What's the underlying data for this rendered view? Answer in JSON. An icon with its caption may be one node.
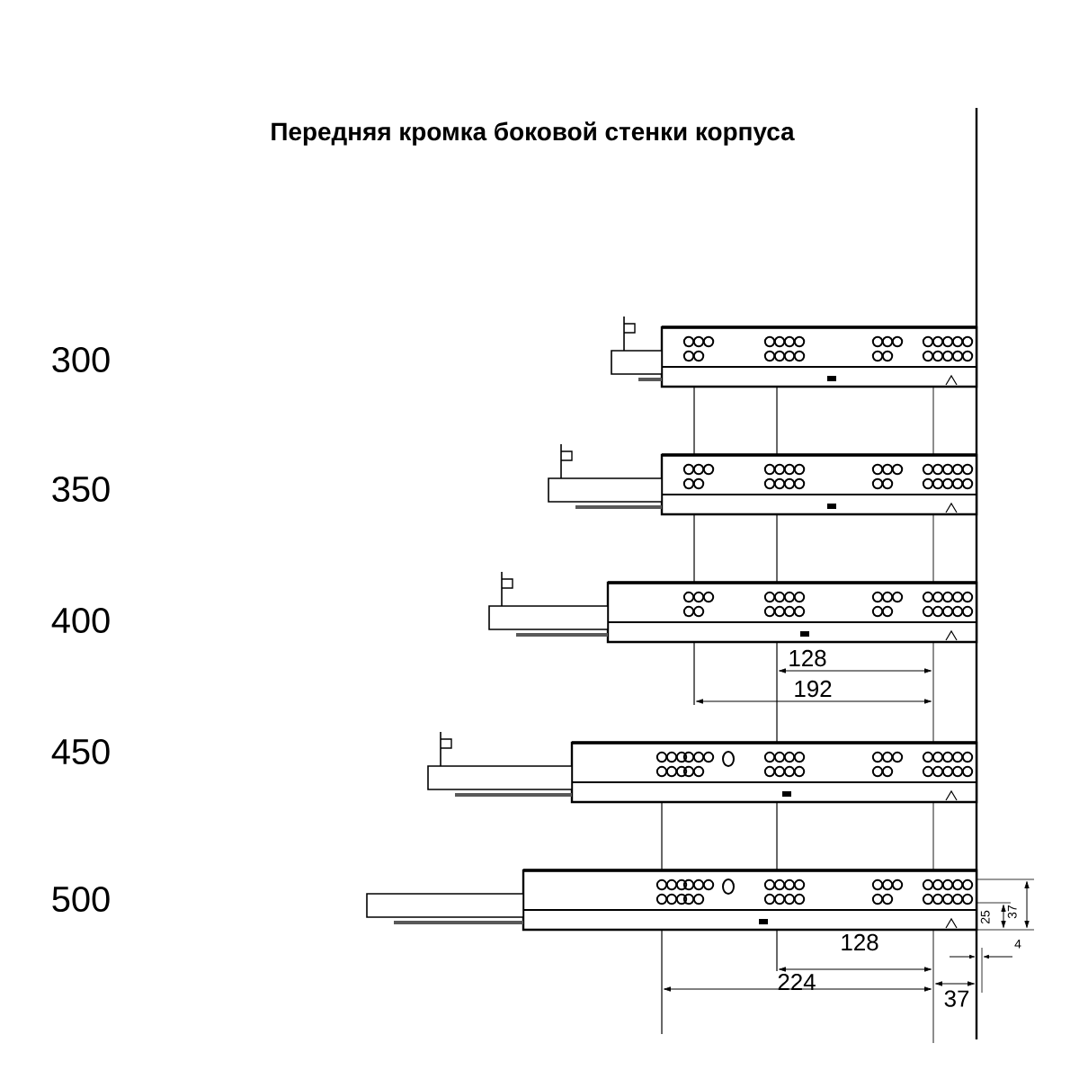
{
  "diagram": {
    "title": "Передняя кромка боковой стенки корпуса",
    "labels": [
      "300",
      "350",
      "400",
      "128",
      "192",
      "450",
      "500",
      "37",
      "25",
      "128",
      "4",
      "224",
      "37"
    ]
  }
}
